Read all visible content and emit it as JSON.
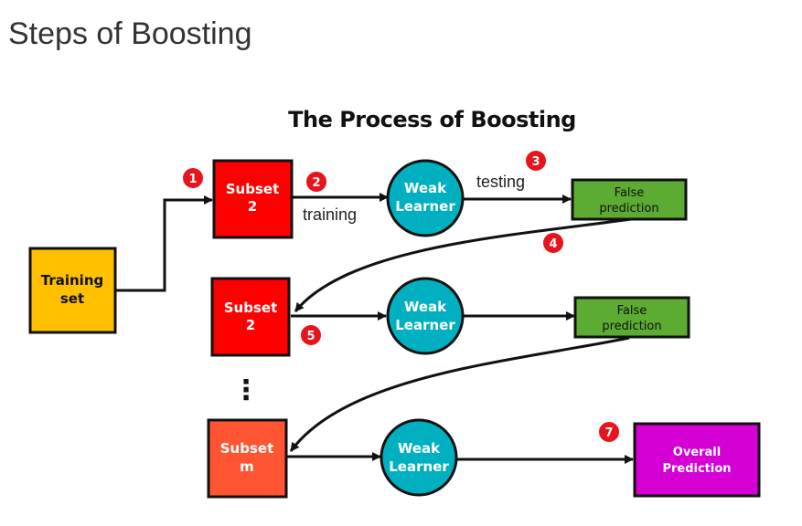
{
  "page_title": "Steps of Boosting",
  "diagram": {
    "title": "The Process of Boosting",
    "training_set": [
      "Training",
      "set"
    ],
    "subset_1": [
      "Subset",
      "2"
    ],
    "subset_2": [
      "Subset",
      "2"
    ],
    "subset_m": [
      "Subset",
      "m"
    ],
    "weak_learner_1": [
      "Weak",
      "Learner"
    ],
    "weak_learner_2": [
      "Weak",
      "Learner"
    ],
    "weak_learner_3": [
      "Weak",
      "Learner"
    ],
    "false_prediction_1": [
      "False",
      "prediction"
    ],
    "false_prediction_2": [
      "False",
      "prediction"
    ],
    "overall_prediction": [
      "Overall",
      "Prediction"
    ],
    "training_label": "training",
    "testing_label": "testing",
    "ellipsis": "⋮",
    "badges": [
      "1",
      "2",
      "3",
      "4",
      "5",
      "7"
    ],
    "colors": {
      "training_set": "#ffc000",
      "subset": "#ff0000",
      "subset_m": "#ff5533",
      "weak_learner": "#00b0c0",
      "false_prediction": "#5cab32",
      "overall_prediction": "#d400d4",
      "badge": "#e8131b",
      "stroke": "#111111"
    }
  }
}
